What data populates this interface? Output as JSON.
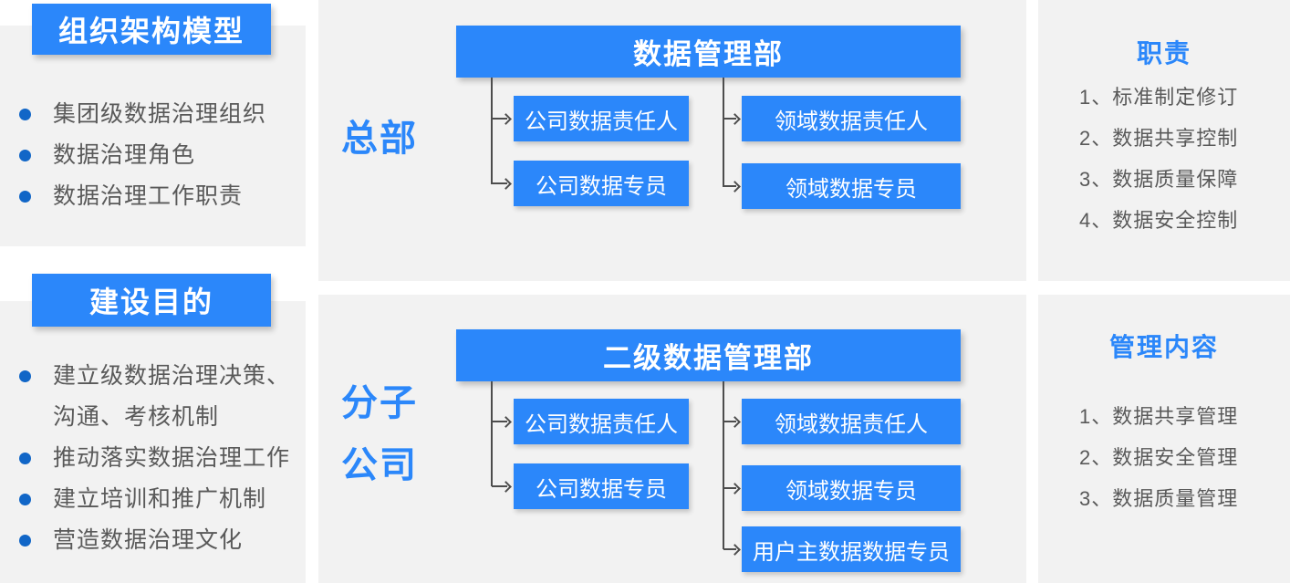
{
  "colors": {
    "accent": "#2B87FA",
    "bullet": "#1166C7",
    "panel": "#F2F2F2",
    "text": "#595959",
    "line": "#4D4D4D"
  },
  "left_column": {
    "section1": {
      "title": "组织架构模型",
      "items": [
        "集团级数据治理组织",
        "数据治理角色",
        "数据治理工作职责"
      ]
    },
    "section2": {
      "title": "建设目的",
      "items": [
        "建立级数据治理决策、沟通、考核机制",
        "推动落实数据治理工作",
        "建立培训和推广机制",
        "营造数据治理文化"
      ]
    }
  },
  "headquarters_chart": {
    "group_label": "总部",
    "department": "数据管理部",
    "company_roles": [
      "公司数据责任人",
      "公司数据专员"
    ],
    "domain_roles": [
      "领域数据责任人",
      "领域数据专员"
    ]
  },
  "subsidiary_chart": {
    "group_label_line1": "分子",
    "group_label_line2": "公司",
    "department": "二级数据管理部",
    "company_roles": [
      "公司数据责任人",
      "公司数据专员"
    ],
    "domain_roles": [
      "领域数据责任人",
      "领域数据专员",
      "用户主数据数据专员"
    ]
  },
  "right_column": {
    "responsibilities": {
      "title": "职责",
      "items": [
        "1、标准制定修订",
        "2、数据共享控制",
        "3、数据质量保障",
        "4、数据安全控制"
      ]
    },
    "management_scope": {
      "title": "管理内容",
      "items": [
        "1、数据共享管理",
        "2、数据安全管理",
        "3、数据质量管理"
      ]
    }
  }
}
